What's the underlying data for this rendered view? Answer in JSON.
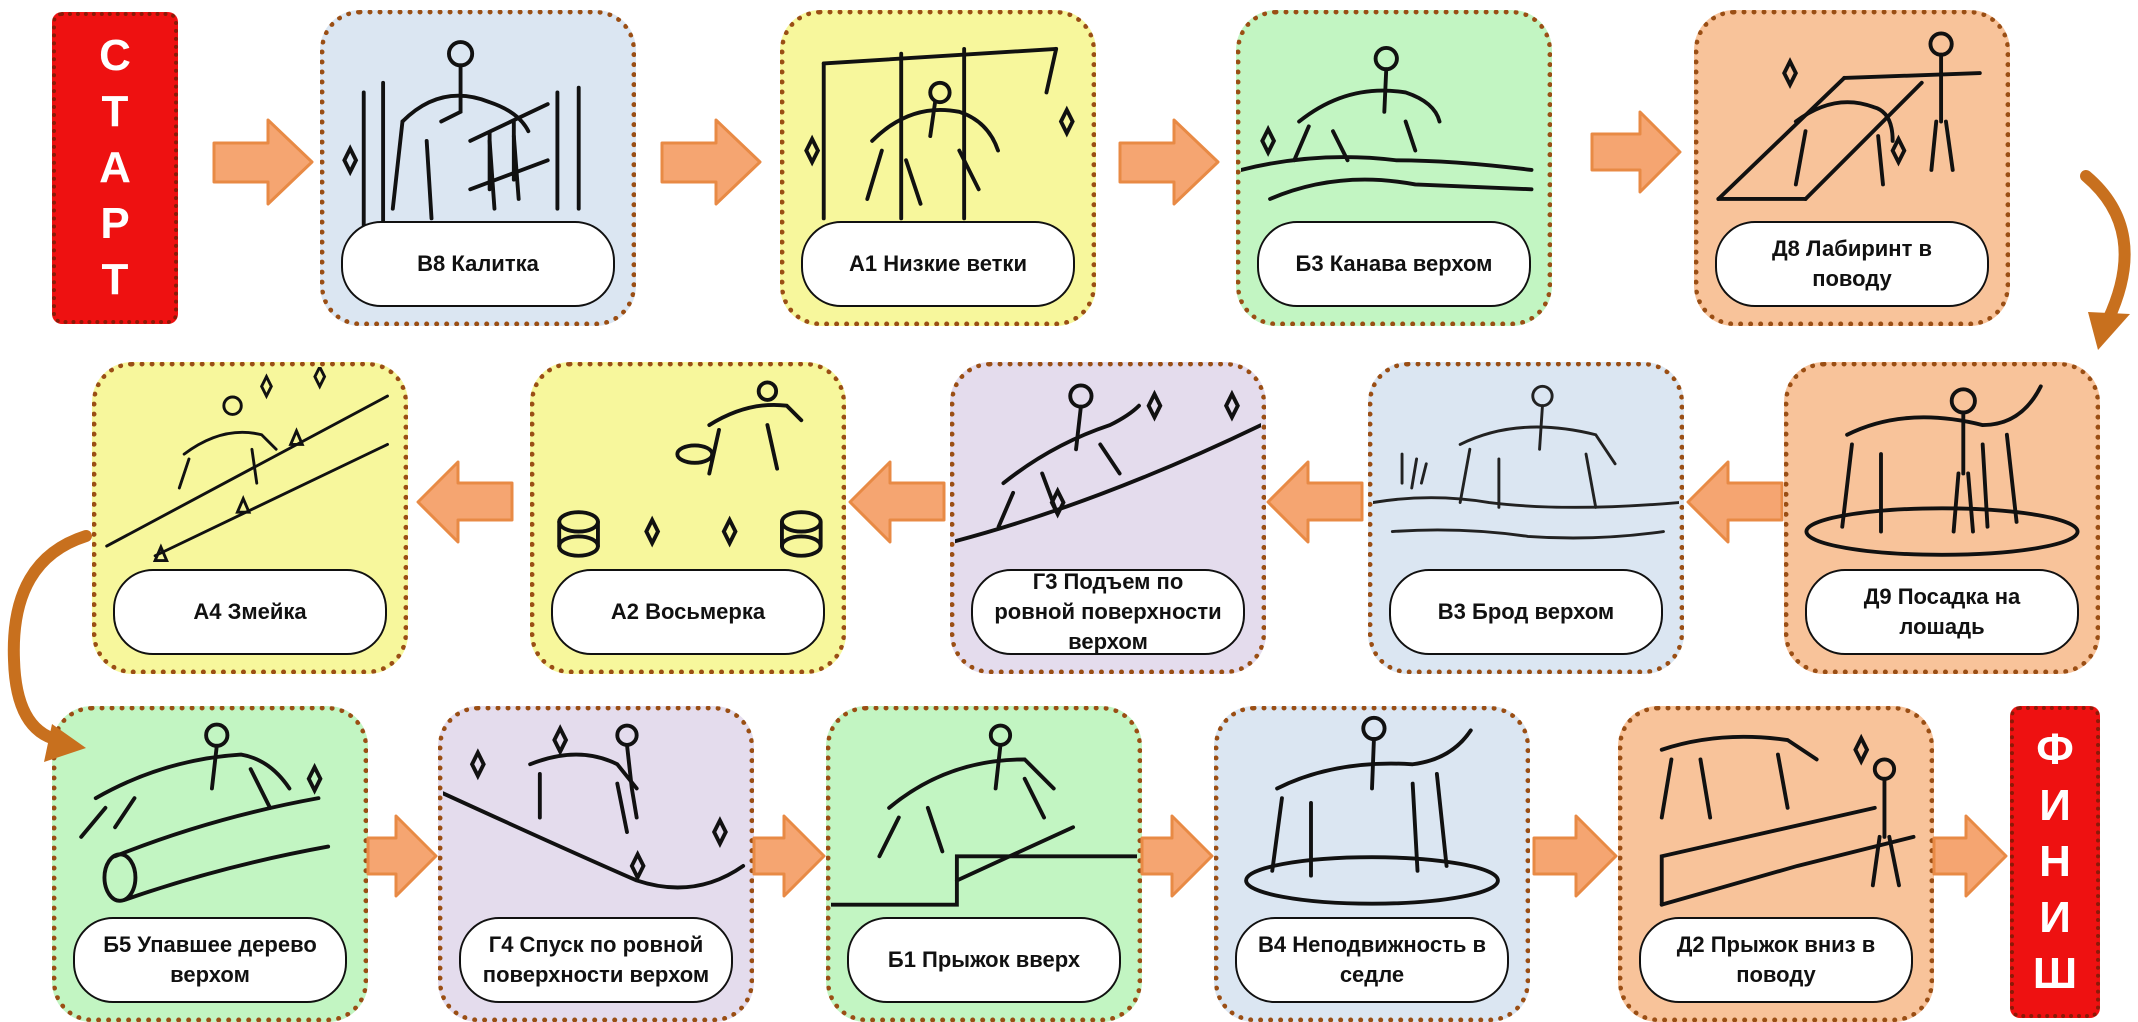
{
  "start": {
    "letters": [
      "С",
      "Т",
      "А",
      "Р",
      "Т"
    ]
  },
  "finish": {
    "letters": [
      "Ф",
      "И",
      "Н",
      "И",
      "Ш"
    ]
  },
  "colors": {
    "blue": "#dbe6f2",
    "yellow": "#f7f79c",
    "green": "#c2f5c2",
    "orange": "#f8c39a",
    "purple": "#e4dced",
    "arrow": "#f5a571",
    "arrow_stroke": "#e88a45",
    "endcap": "#ee1111"
  },
  "stations": [
    {
      "label": "В8 Калитка",
      "color": "blue",
      "sketch": "gate"
    },
    {
      "label": "А1 Низкие ветки",
      "color": "yellow",
      "sketch": "branches"
    },
    {
      "label": "Б3 Канава верхом",
      "color": "green",
      "sketch": "ditch"
    },
    {
      "label": "Д8 Лабиринт в поводу",
      "color": "orange",
      "sketch": "labyrinth"
    },
    {
      "label": "Д9 Посадка на лошадь",
      "color": "orange",
      "sketch": "mounting"
    },
    {
      "label": "В3 Брод верхом",
      "color": "blue",
      "sketch": "ford"
    },
    {
      "label": "Г3 Подъем по ровной поверхности верхом",
      "color": "purple",
      "sketch": "uphill"
    },
    {
      "label": "А2 Восьмерка",
      "color": "yellow",
      "sketch": "figure-eight"
    },
    {
      "label": "А4 Змейка",
      "color": "yellow",
      "sketch": "slalom"
    },
    {
      "label": "Б5 Упавшее дерево верхом",
      "color": "green",
      "sketch": "fallen-tree"
    },
    {
      "label": "Г4 Спуск по ровной поверхности верхом",
      "color": "purple",
      "sketch": "downhill"
    },
    {
      "label": "Б1 Прыжок вверх",
      "color": "green",
      "sketch": "jump-up"
    },
    {
      "label": "В4 Неподвижность в седле",
      "color": "blue",
      "sketch": "stillness"
    },
    {
      "label": "Д2 Прыжок вниз в поводу",
      "color": "orange",
      "sketch": "jump-down"
    }
  ]
}
